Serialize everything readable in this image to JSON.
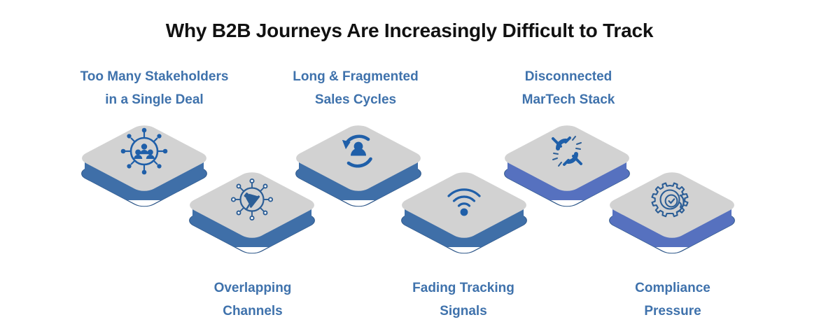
{
  "title": "Why B2B Journeys Are Increasingly Difficult to Track",
  "colors": {
    "title_text": "#111111",
    "label_text": "#3f72ac",
    "tile_top": "#d2d2d2",
    "tile_side_dark": "#3f6fa8",
    "tile_side_light": "#5671bf",
    "outline": "#2e5789",
    "icon": "#1f5fa9",
    "icon_muted": "#2c5e96",
    "background": "#ffffff"
  },
  "nodes": [
    {
      "id": "stakeholders",
      "label": "Too Many Stakeholders\nin a Single Deal",
      "icon": "stakeholder-network-icon",
      "row": "top",
      "side_color": "#3f6fa8"
    },
    {
      "id": "overlapping-channels",
      "label": "Overlapping\nChannels",
      "icon": "megaphone-network-icon",
      "row": "bottom",
      "side_color": "#3f6fa8"
    },
    {
      "id": "sales-cycles",
      "label": "Long & Fragmented\nSales Cycles",
      "icon": "customer-cycle-icon",
      "row": "top",
      "side_color": "#3f6fa8"
    },
    {
      "id": "tracking-signals",
      "label": "Fading Tracking\nSignals",
      "icon": "signal-wifi-icon",
      "row": "bottom",
      "side_color": "#3f6fa8"
    },
    {
      "id": "martech-stack",
      "label": "Disconnected\nMarTech Stack",
      "icon": "broken-plug-icon",
      "row": "top",
      "side_color": "#5671bf"
    },
    {
      "id": "compliance",
      "label": "Compliance\nPressure",
      "icon": "gear-shield-hand-icon",
      "row": "bottom",
      "side_color": "#5671bf"
    }
  ]
}
